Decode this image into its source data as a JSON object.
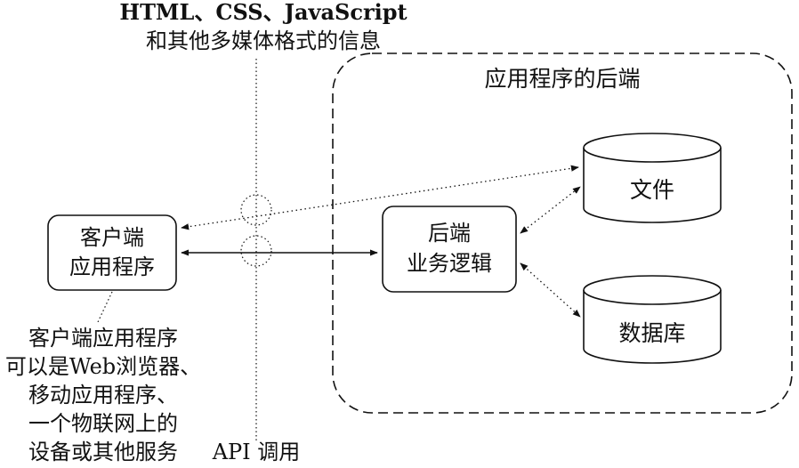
{
  "top_caption": {
    "line1": "HTML、CSS、JavaScript",
    "line2": "和其他多媒体格式的信息"
  },
  "backend_group": {
    "title": "应用程序的后端"
  },
  "client_box": {
    "line1": "客户端",
    "line2": "应用程序"
  },
  "business_logic_box": {
    "line1": "后端",
    "line2": "业务逻辑"
  },
  "files_store": {
    "label": "文件"
  },
  "database_store": {
    "label": "数据库"
  },
  "client_note": {
    "lines": [
      "客户端应用程序",
      "可以是Web浏览器、",
      "移动应用程序、",
      "一个物联网上的",
      "设备或其他服务"
    ]
  },
  "api_label": "API 调用",
  "colors": {
    "stroke": "#111111",
    "background": "#ffffff"
  }
}
